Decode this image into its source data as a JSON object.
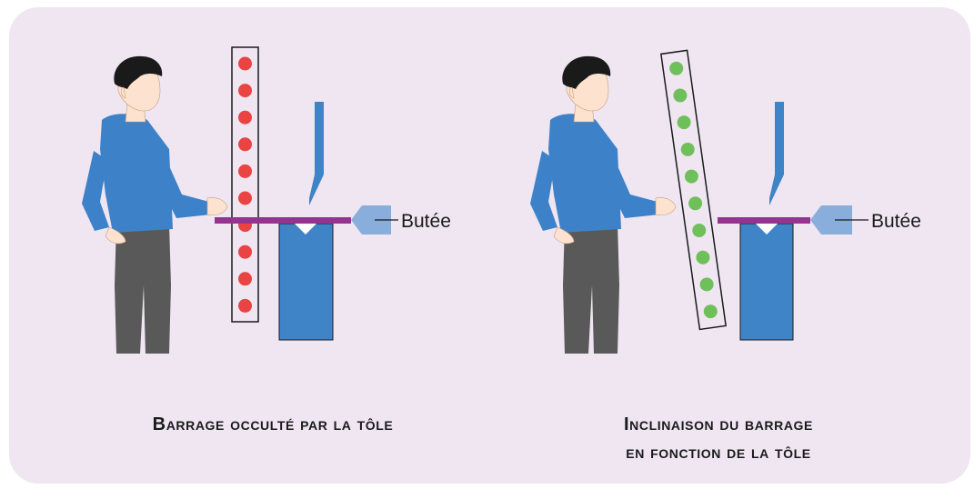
{
  "colors": {
    "background_panel": "#efe6f2",
    "shirt": "#3d82c9",
    "pants": "#595959",
    "skin": "#fde3cf",
    "hair": "#1a1a1a",
    "beam_sheet": "#93358f",
    "machine_blue": "#3f84c6",
    "stop_block": "#8aaedb",
    "light_curtain_red": "#e94343",
    "light_curtain_green": "#6fbf5a"
  },
  "left_scene": {
    "stop_label": "Butée",
    "caption": "Barrage occulté par la tôle",
    "curtain_state": "occulted",
    "beam_count": 10
  },
  "right_scene": {
    "stop_label": "Butée",
    "caption": "Inclinaison du barrage\nen fonction de la tôle",
    "curtain_state": "inclined",
    "beam_count": 10
  }
}
